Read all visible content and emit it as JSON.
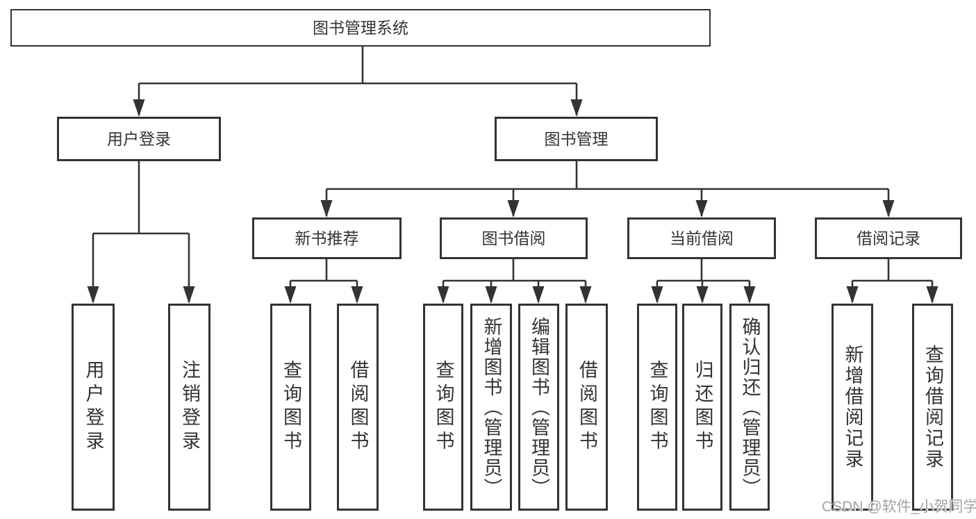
{
  "colors": {
    "line": "#333333",
    "box_border": "#333333",
    "text": "#333333",
    "background": "#ffffff",
    "watermark": "#a3a3a3"
  },
  "watermark": "CSDN @软件_小贺同学",
  "tree": {
    "root": {
      "label": "图书管理系统",
      "children": [
        {
          "label": "用户登录",
          "children": [
            {
              "label": "用户登录"
            },
            {
              "label": "注销登录"
            }
          ]
        },
        {
          "label": "图书管理",
          "children": [
            {
              "label": "新书推荐",
              "children": [
                {
                  "label": "查询图书"
                },
                {
                  "label": "借阅图书"
                }
              ]
            },
            {
              "label": "图书借阅",
              "children": [
                {
                  "label": "查询图书"
                },
                {
                  "label": "新增图书（管理员）"
                },
                {
                  "label": "编辑图书（管理员）"
                },
                {
                  "label": "借阅图书"
                }
              ]
            },
            {
              "label": "当前借阅",
              "children": [
                {
                  "label": "查询图书"
                },
                {
                  "label": "归还图书"
                },
                {
                  "label": "确认归还（管理员）"
                }
              ]
            },
            {
              "label": "借阅记录",
              "children": [
                {
                  "label": "新增借阅记录"
                },
                {
                  "label": "查询借阅记录"
                }
              ]
            }
          ]
        }
      ]
    }
  }
}
